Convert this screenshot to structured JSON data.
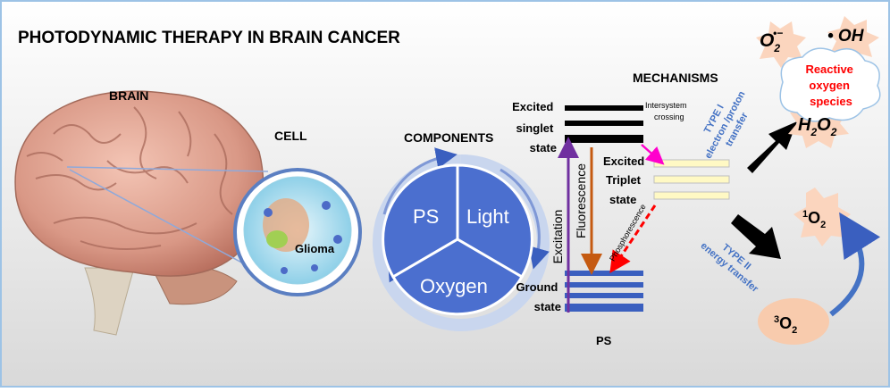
{
  "title": "PHOTODYNAMIC THERAPY IN BRAIN CANCER",
  "brain_label": "BRAIN",
  "cell_label": "CELL",
  "glioma_label": "Glioma",
  "components_label": "COMPONENTS",
  "components": {
    "ps": "PS",
    "light": "Light",
    "oxygen": "Oxygen"
  },
  "mechanisms_label": "MECHANISMS",
  "jablonski": {
    "excited_singlet": [
      "Excited",
      "singlet",
      "state"
    ],
    "intersystem": [
      "Intersystem",
      "crossing"
    ],
    "excited_triplet": [
      "Excited",
      "Triplet",
      "state"
    ],
    "ground": [
      "Ground",
      "state"
    ],
    "excitation": "Excitation",
    "fluorescence": "Fluorescence",
    "phosphorescence": "Phosphorescence",
    "ps_label": "PS"
  },
  "type1": [
    "TYPE I",
    "electron /proton",
    "transfer"
  ],
  "type2": [
    "TYPE II",
    "energy transfer"
  ],
  "ros": {
    "superoxide": "O",
    "superoxide_sub": "2",
    "superoxide_sup": "•−",
    "hydroxyl": "• OH",
    "h2o2_h": "H",
    "h2o2_sub1": "2",
    "h2o2_o": "O",
    "h2o2_sub2": "2",
    "cloud": [
      "Reactive",
      "oxygen",
      "species"
    ]
  },
  "singlet_o2": {
    "sup": "1",
    "text": "O",
    "sub": "2"
  },
  "triplet_o2": {
    "sup": "3",
    "text": "O",
    "sub": "2"
  },
  "colors": {
    "blue": "#3a5fbf",
    "purple": "#7030a0",
    "orange": "#c55a11",
    "red": "#ff0000",
    "magenta": "#ff00cc",
    "triplet_fill": "#fff9c4",
    "burst_fill": "#fbd5be",
    "label_blue": "#4472c4"
  }
}
